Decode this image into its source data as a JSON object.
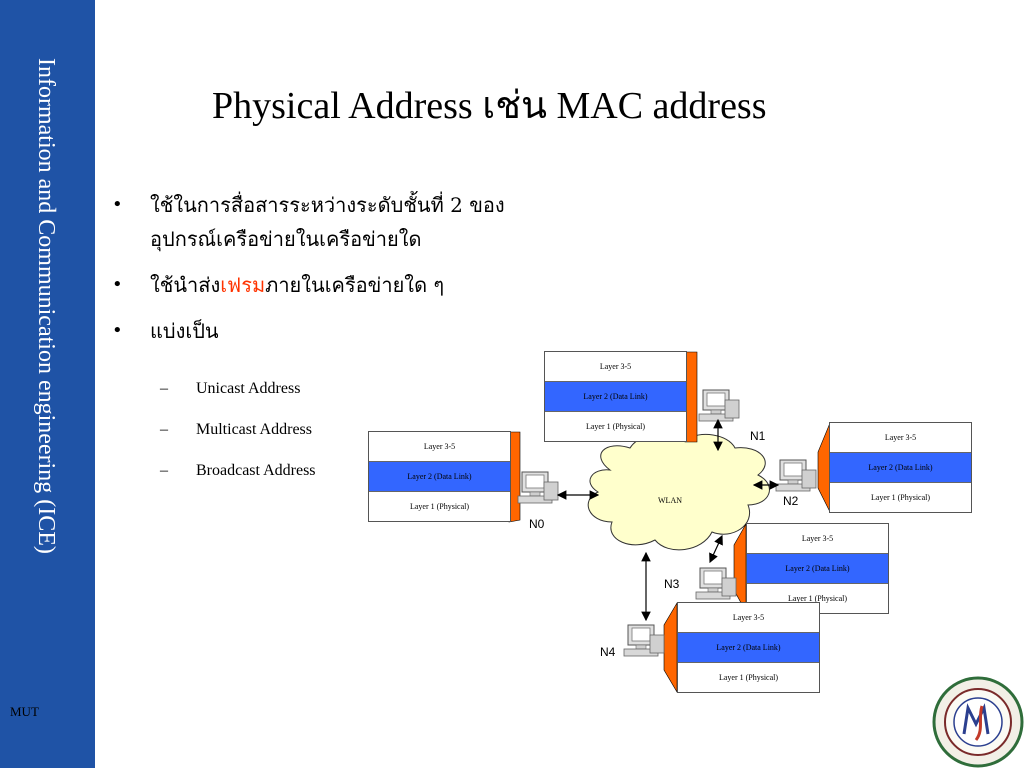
{
  "sidebar": {
    "title": "Information and Communication engineering (ICE)",
    "footer": "MUT"
  },
  "slide": {
    "title": "Physical Address เช่น MAC address",
    "bullets": [
      {
        "marker": "•",
        "text_before": "ใช้ในการสื่อสารระหว่างระดับชั้นที่ 2 ของอุปกรณ์เครือข่ายในเครือข่ายใด",
        "highlight": "",
        "text_after": ""
      },
      {
        "marker": "•",
        "text_before": "ใช้นำส่ง",
        "highlight": "เฟรม",
        "text_after": "ภายในเครือข่ายใด ๆ"
      },
      {
        "marker": "•",
        "text_before": "แบ่งเป็น",
        "highlight": "",
        "text_after": ""
      }
    ],
    "subitems": [
      {
        "marker": "–",
        "text": "Unicast Address"
      },
      {
        "marker": "–",
        "text": "Multicast Address"
      },
      {
        "marker": "–",
        "text": "Broadcast Address"
      }
    ]
  },
  "diagram": {
    "cloud_label": "WLAN",
    "layer_labels": {
      "top": "Layer 3-5",
      "mid": "Layer 2 (Data Link)",
      "bot": "Layer 1 (Physical)"
    },
    "nodes": [
      {
        "id": "N0",
        "label": "N0"
      },
      {
        "id": "N1",
        "label": "N1"
      },
      {
        "id": "N2",
        "label": "N2"
      },
      {
        "id": "N3",
        "label": "N3"
      },
      {
        "id": "N4",
        "label": "N4"
      }
    ]
  },
  "colors": {
    "sidebar": "#1f53a6",
    "accent_text": "#ff3300",
    "layer2_fill": "#3366ff",
    "wedge": "#ff6600",
    "cloud": "#ffffcc"
  },
  "icons": [
    "computer-icon",
    "university-logo"
  ]
}
